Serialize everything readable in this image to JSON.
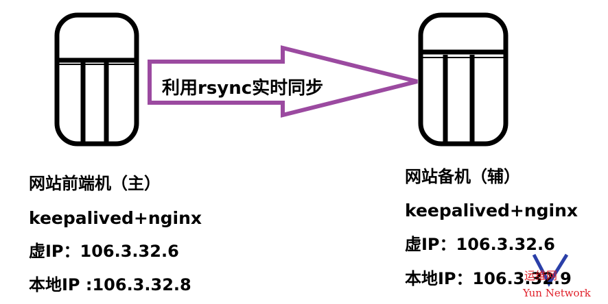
{
  "arrow": {
    "label": "利用rsync实时同步",
    "color": "#9b4aa0"
  },
  "primary": {
    "title": "网站前端机（主）",
    "software": "keepalived+nginx",
    "vip": "虚IP：106.3.32.6",
    "local_ip": "本地IP :106.3.32.8"
  },
  "backup": {
    "title": "网站备机（辅）",
    "software": "keepalived+nginx",
    "vip": "虚IP：106.3.32.6",
    "local_ip": "本地IP：106.3.32.9"
  },
  "watermark": {
    "line1": "运维网",
    "line2": "Yun Network",
    "color": "#e0202a"
  }
}
